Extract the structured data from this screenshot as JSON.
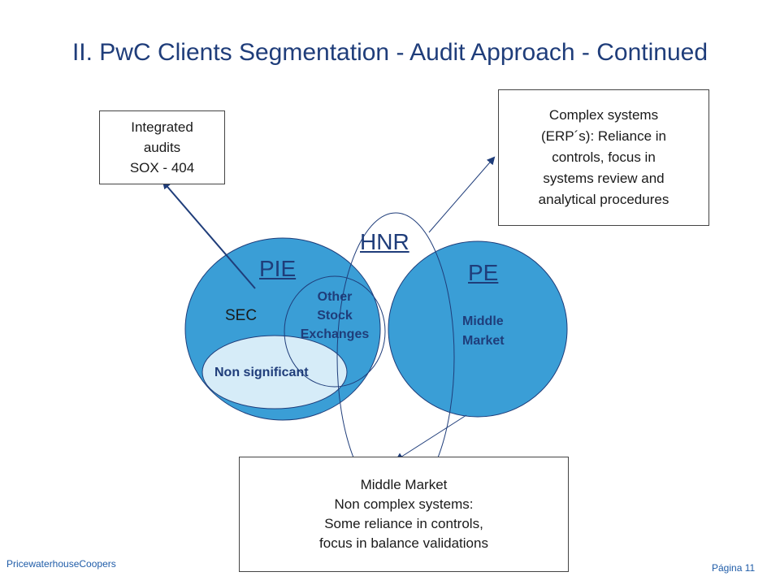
{
  "title": "II. PwC Clients Segmentation - Audit Approach - Continued",
  "boxes": {
    "sox": [
      "Integrated",
      "audits",
      "SOX - 404"
    ],
    "complex": [
      "Complex systems",
      "(ERP´s): Reliance in",
      "controls, focus in",
      "systems review and",
      "analytical procedures"
    ],
    "middle": [
      "Middle Market",
      "Non complex systems:",
      "Some reliance in controls,",
      "focus in balance validations"
    ]
  },
  "venn": {
    "hnr": "HNR",
    "pie": "PIE",
    "pe": "PE",
    "sec": "SEC",
    "other": [
      "Other",
      "Stock",
      "Exchanges"
    ],
    "middle": [
      "Middle",
      "Market"
    ],
    "non_significant": "Non significant"
  },
  "footer": {
    "company": "PricewaterhouseCoopers",
    "page": "Página 11"
  },
  "colors": {
    "title": "#1f3d7a",
    "circle_fill": "#3a9ed6",
    "non_significant_fill": "#d6ecf8",
    "label_blue": "#1f3d7a",
    "footer": "#1f5ca8"
  }
}
